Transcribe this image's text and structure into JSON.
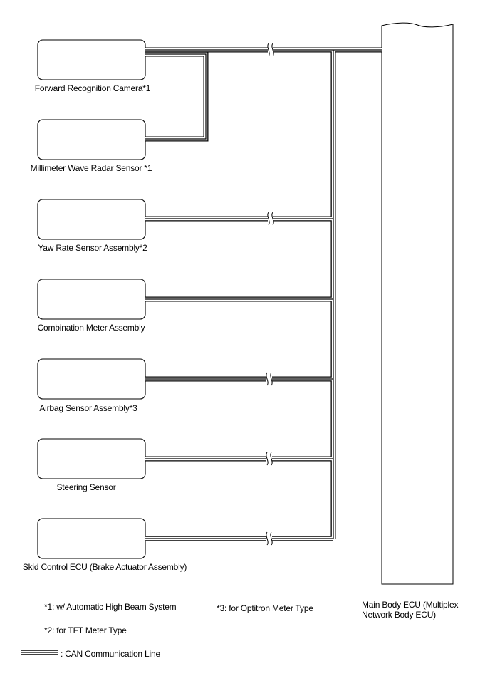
{
  "components": [
    {
      "id": "forward-recognition-camera",
      "label": "Forward Recognition Camera*1"
    },
    {
      "id": "millimeter-wave-radar-sensor",
      "label": "Millimeter Wave Radar Sensor *1"
    },
    {
      "id": "yaw-rate-sensor-assembly",
      "label": "Yaw Rate Sensor Assembly*2"
    },
    {
      "id": "combination-meter-assembly",
      "label": "Combination Meter Assembly"
    },
    {
      "id": "airbag-sensor-assembly",
      "label": "Airbag Sensor Assembly*3"
    },
    {
      "id": "steering-sensor",
      "label": "Steering Sensor"
    },
    {
      "id": "skid-control-ecu",
      "label": "Skid Control ECU (Brake Actuator Assembly)"
    }
  ],
  "main_ecu": {
    "line1": "Main Body ECU (Multiplex",
    "line2": "Network Body ECU)"
  },
  "notes": {
    "n1": "*1: w/ Automatic High Beam System",
    "n2": "*2: for TFT Meter Type",
    "n3": "*3: for Optitron Meter Type"
  },
  "legend": {
    "label": ": CAN Communication Line"
  }
}
